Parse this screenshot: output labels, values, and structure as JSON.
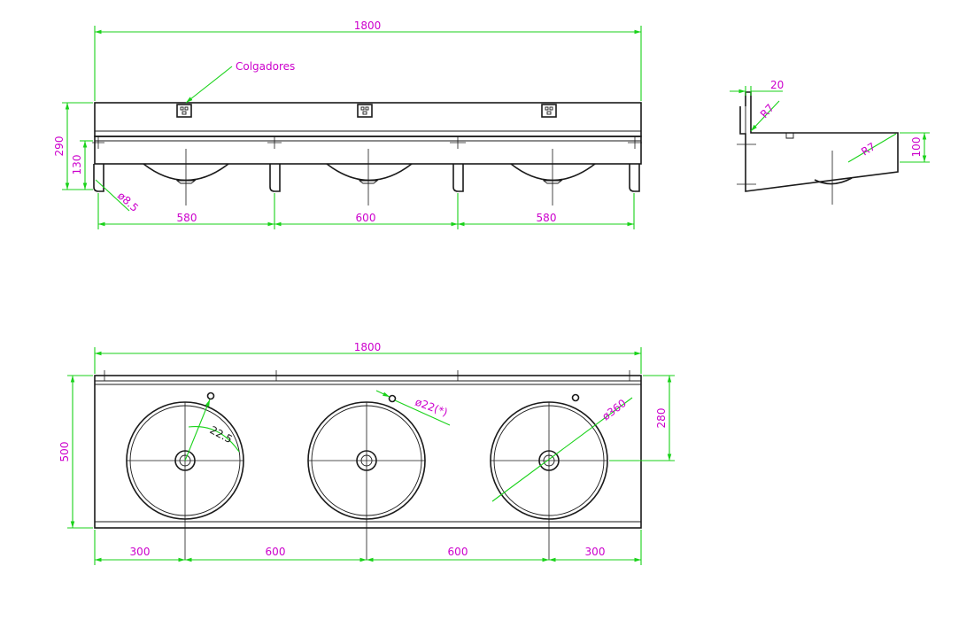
{
  "front_view": {
    "overall_width": "1800",
    "hangers_label": "Colgadores",
    "height_total": "290",
    "height_front": "130",
    "leg_diameter": "ø8.5",
    "spacing_left": "580",
    "spacing_middle": "600",
    "spacing_right": "580"
  },
  "side_view": {
    "upstand_thickness": "20",
    "radius_top": "R7",
    "radius_front": "R7",
    "front_height": "100"
  },
  "top_view": {
    "overall_width": "1800",
    "depth": "500",
    "bowl_center_depth": "280",
    "tap_hole_diameter": "ø22(*)",
    "bowl_diameter": "ø360",
    "tap_angle": "22.5",
    "spacing_end_left": "300",
    "spacing_between_1": "600",
    "spacing_between_2": "600",
    "spacing_end_right": "300"
  },
  "colors": {
    "dimension_lines": "#19d219",
    "dimension_text": "#cc00cc",
    "object_lines": "#1a1a1a"
  }
}
